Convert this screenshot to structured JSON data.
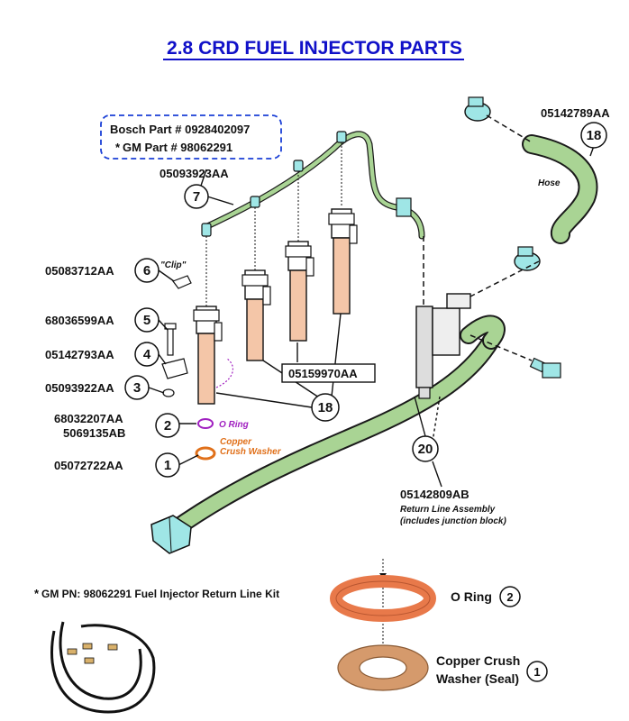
{
  "title": "2.8 CRD FUEL INJECTOR PARTS",
  "bosch_box": {
    "line1": "Bosch Part # 0928402097",
    "line2_prefix": "*",
    "line2": "GM Part # 98062291"
  },
  "labels": {
    "p05093923AA": "05093923AA",
    "p05083712AA": "05083712AA",
    "p68036599AA": "68036599AA",
    "p05142793AA": "05142793AA",
    "p05093922AA": "05093922AA",
    "p68032207AA": "68032207AA",
    "p5069135AB": "5069135AB",
    "p05072722AA": "05072722AA",
    "p05159970AA": "05159970AA",
    "p05142789AA": "05142789AA",
    "p05142809AB": "05142809AB"
  },
  "callout_numbers": {
    "c7": "7",
    "c6": "6",
    "c5": "5",
    "c4": "4",
    "c3": "3",
    "c2": "2",
    "c1": "1",
    "c18a": "18",
    "c18b": "18",
    "c20": "20"
  },
  "notes": {
    "clip": "\"Clip\"",
    "oring": "O Ring",
    "washer_line1": "Copper",
    "washer_line2": "Crush Washer",
    "hose": "Hose",
    "return_line1": "Return Line Assembly",
    "return_line2": "(includes junction block)"
  },
  "kit": {
    "asterisk": "*",
    "text": "GM PN:  98062291 Fuel Injector Return Line Kit"
  },
  "bottom": {
    "oring_label": "O Ring",
    "oring_num": "2",
    "washer_line1": "Copper Crush",
    "washer_line2": "Washer (Seal)",
    "washer_num": "1"
  },
  "colors": {
    "title": "#1010c8",
    "dashed_box": "#1a3fd6",
    "hose_fill": "#a9d494",
    "injector_fill": "#f4c6a8",
    "fitting_fill": "#9fe6e6",
    "oring_purple": "#a020c0",
    "washer_orange": "#e0701a",
    "oring_photo": "#e8794a",
    "washer_photo": "#d59a6c"
  }
}
